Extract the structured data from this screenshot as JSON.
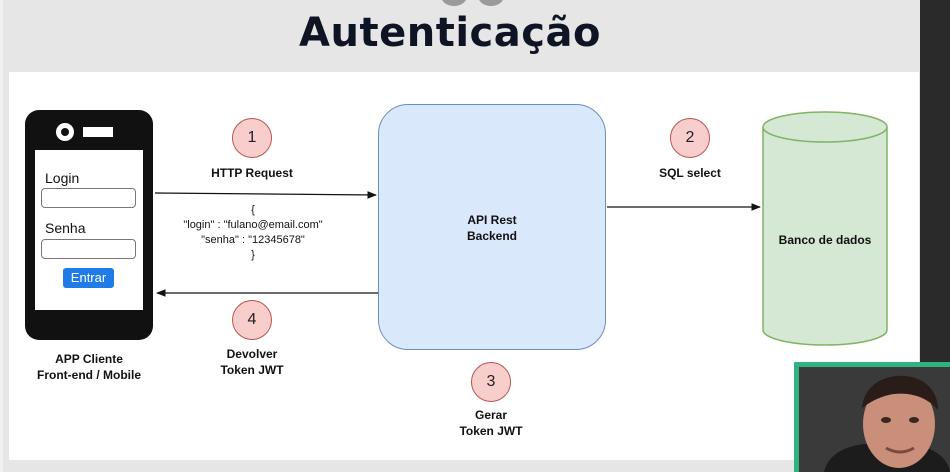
{
  "slide_title": "Autenticação",
  "client": {
    "login_label": "Login",
    "senha_label": "Senha",
    "entrar_button": "Entrar",
    "caption_line1": "APP Cliente",
    "caption_line2": "Front-end / Mobile"
  },
  "server": {
    "line1": "API Rest",
    "line2": "Backend"
  },
  "database": {
    "label": "Banco de dados"
  },
  "steps": [
    {
      "number": "1",
      "line1": "HTTP Request",
      "line2": ""
    },
    {
      "number": "2",
      "line1": "SQL select",
      "line2": ""
    },
    {
      "number": "3",
      "line1": "Gerar",
      "line2": "Token JWT"
    },
    {
      "number": "4",
      "line1": "Devolver",
      "line2": "Token JWT"
    }
  ],
  "payload": [
    "{",
    "\"login\" : \"fulano@email.com\"",
    "\"senha\" : \"12345678\"",
    "}"
  ],
  "colors": {
    "step_circle_fill": "#f8cecc",
    "step_circle_stroke": "#b85450",
    "server_fill": "#dae8fc",
    "server_stroke": "#6c8ebf",
    "db_fill": "#d5e8d4",
    "db_stroke": "#82b366",
    "button": "#1f7ce6"
  }
}
